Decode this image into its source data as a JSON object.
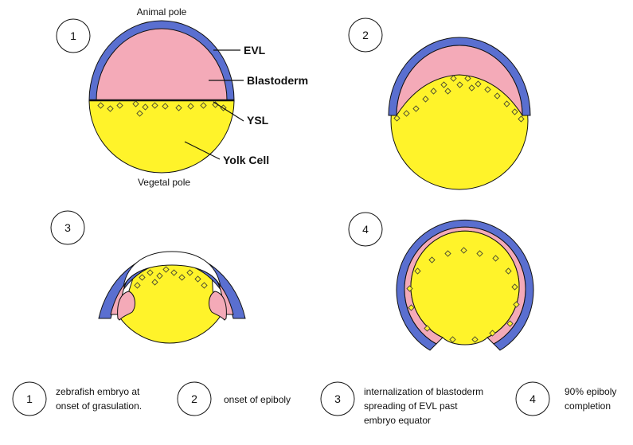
{
  "diagram": {
    "panel1": {
      "number": "1",
      "animal_pole": "Animal pole",
      "vegetal_pole": "Vegetal pole",
      "evl": "EVL",
      "blastoderm": "Blastoderm",
      "ysl": "YSL",
      "yolk_cell": "Yolk Cell"
    },
    "panel2": {
      "number": "2"
    },
    "panel3": {
      "number": "3"
    },
    "panel4": {
      "number": "4"
    },
    "legend": [
      {
        "number": "1",
        "lines": [
          "zebrafish embryo at",
          "onset of grasulation."
        ]
      },
      {
        "number": "2",
        "lines": [
          "onset of epiboly"
        ]
      },
      {
        "number": "3",
        "lines": [
          "internalization of blastoderm",
          "spreading of EVL past",
          "embryo equator"
        ]
      },
      {
        "number": "4",
        "lines": [
          "90% epiboly",
          "completion"
        ]
      }
    ]
  },
  "colors": {
    "evl": "#5a6fd0",
    "blastoderm": "#f4aab8",
    "yolk": "#fff32a",
    "outline": "#111111"
  }
}
